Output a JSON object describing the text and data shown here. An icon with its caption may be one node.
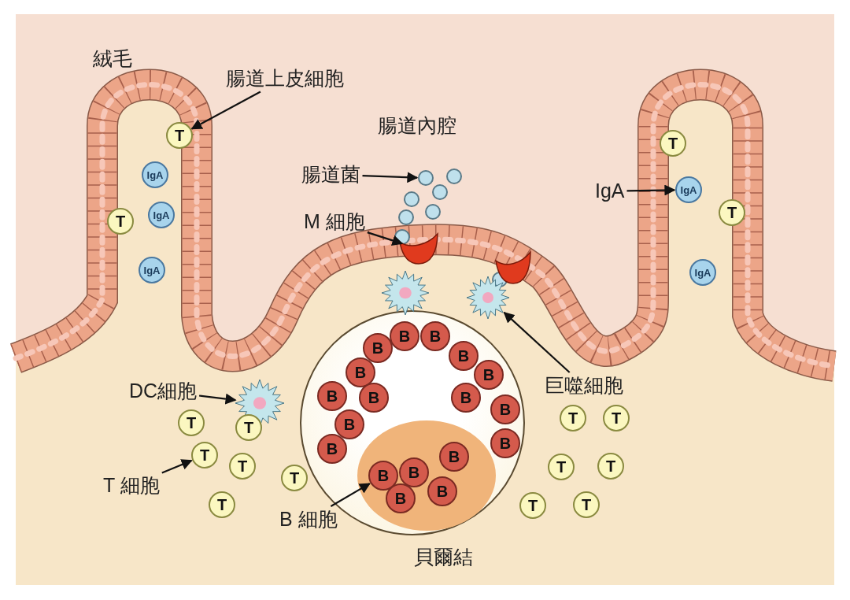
{
  "diagram": {
    "nodes": [
      {
        "text": [
          "腸道上皮細胞"
        ]
      },
      {
        "text": [
          "T"
        ]
      },
      {
        "text": [
          "IgA"
        ]
      },
      {
        "text": [
          "T"
        ]
      },
      {
        "text": [
          "IgA"
        ]
      },
      {
        "text": [
          "IgA"
        ]
      },
      {
        "text": [
          "腸道菌"
        ]
      },
      {
        "text": [],
        "shape": "circle"
      },
      {
        "text": [],
        "shape": "circle"
      },
      {
        "text": [],
        "shape": "circle"
      },
      {
        "text": [],
        "shape": "circle"
      },
      {
        "text": [],
        "shape": "circle"
      },
      {
        "text": [],
        "shape": "circle"
      },
      {
        "text": [],
        "shape": "circle"
      },
      {
        "text": [],
        "shape": "circle"
      },
      {
        "text": [
          "M 細胞"
        ]
      },
      {
        "text": [],
        "shape": "cup"
      },
      {
        "text": [],
        "shape": "cup"
      },
      {
        "text": [
          "IgA"
        ]
      },
      {
        "text": [
          "T"
        ]
      },
      {
        "text": [
          "IgA"
        ]
      },
      {
        "text": [
          "T"
        ]
      },
      {
        "text": [
          "IgA"
        ]
      },
      {
        "text": [],
        "shape": "star"
      },
      {
        "text": [],
        "shape": "star"
      },
      {
        "text": [
          "巨噬細胞"
        ]
      },
      {
        "text": [
          "DC細胞"
        ]
      },
      {
        "text": [],
        "shape": "star"
      },
      {
        "text": [
          "貝爾結"
        ]
      },
      {
        "text": [],
        "shape": "ellipse",
        "in": 28
      },
      {
        "text": [
          "B"
        ],
        "in": 28
      },
      {
        "text": [
          "B"
        ],
        "in": 28
      },
      {
        "text": [
          "B"
        ],
        "in": 28
      },
      {
        "text": [
          "B"
        ],
        "in": 28
      },
      {
        "text": [
          "B"
        ],
        "in": 28
      },
      {
        "text": [
          "B"
        ],
        "in": 28
      },
      {
        "text": [
          "B"
        ],
        "in": 28
      },
      {
        "text": [
          "B"
        ],
        "in": 28
      },
      {
        "text": [
          "B"
        ],
        "in": 28
      },
      {
        "text": [
          "B"
        ],
        "in": 28
      },
      {
        "text": [
          "B"
        ],
        "in": 28
      },
      {
        "text": [
          "B"
        ],
        "in": 28
      },
      {
        "text": [
          "B"
        ],
        "in": 28
      },
      {
        "text": [
          "B"
        ],
        "in": 29
      },
      {
        "text": [
          "B"
        ],
        "in": 29
      },
      {
        "text": [
          "B"
        ],
        "in": 29
      },
      {
        "text": [
          "B"
        ],
        "in": 29
      },
      {
        "text": [
          "B"
        ],
        "in": 29
      },
      {
        "text": [
          "T 細胞"
        ]
      },
      {
        "text": [
          "B 細胞"
        ]
      },
      {
        "text": [
          "T"
        ]
      },
      {
        "text": [
          "T"
        ]
      },
      {
        "text": [
          "T"
        ]
      },
      {
        "text": [
          "T"
        ]
      },
      {
        "text": [
          "T"
        ]
      },
      {
        "text": [
          "T"
        ]
      },
      {
        "text": [
          "T"
        ]
      },
      {
        "text": [
          "T"
        ]
      },
      {
        "text": [
          "T"
        ]
      },
      {
        "text": [
          "T"
        ]
      },
      {
        "text": [
          "T"
        ]
      },
      {
        "text": [
          "T"
        ]
      }
    ],
    "edges": [
      {
        "from": 0,
        "to": 1,
        "arrow": "to"
      },
      {
        "from": 6,
        "to": 7,
        "arrow": "to"
      },
      {
        "from": 15,
        "to": 16,
        "arrow": "to"
      },
      {
        "from": 18,
        "to": 20,
        "arrow": "to"
      },
      {
        "from": 25,
        "to": 24,
        "arrow": "to"
      },
      {
        "from": 26,
        "to": 27,
        "arrow": "to"
      },
      {
        "from": 48,
        "to": 52,
        "arrow": "to"
      },
      {
        "from": 49,
        "to": 43,
        "arrow": "to"
      }
    ],
    "labels": [
      "絨毛",
      "腸道內腔"
    ]
  }
}
